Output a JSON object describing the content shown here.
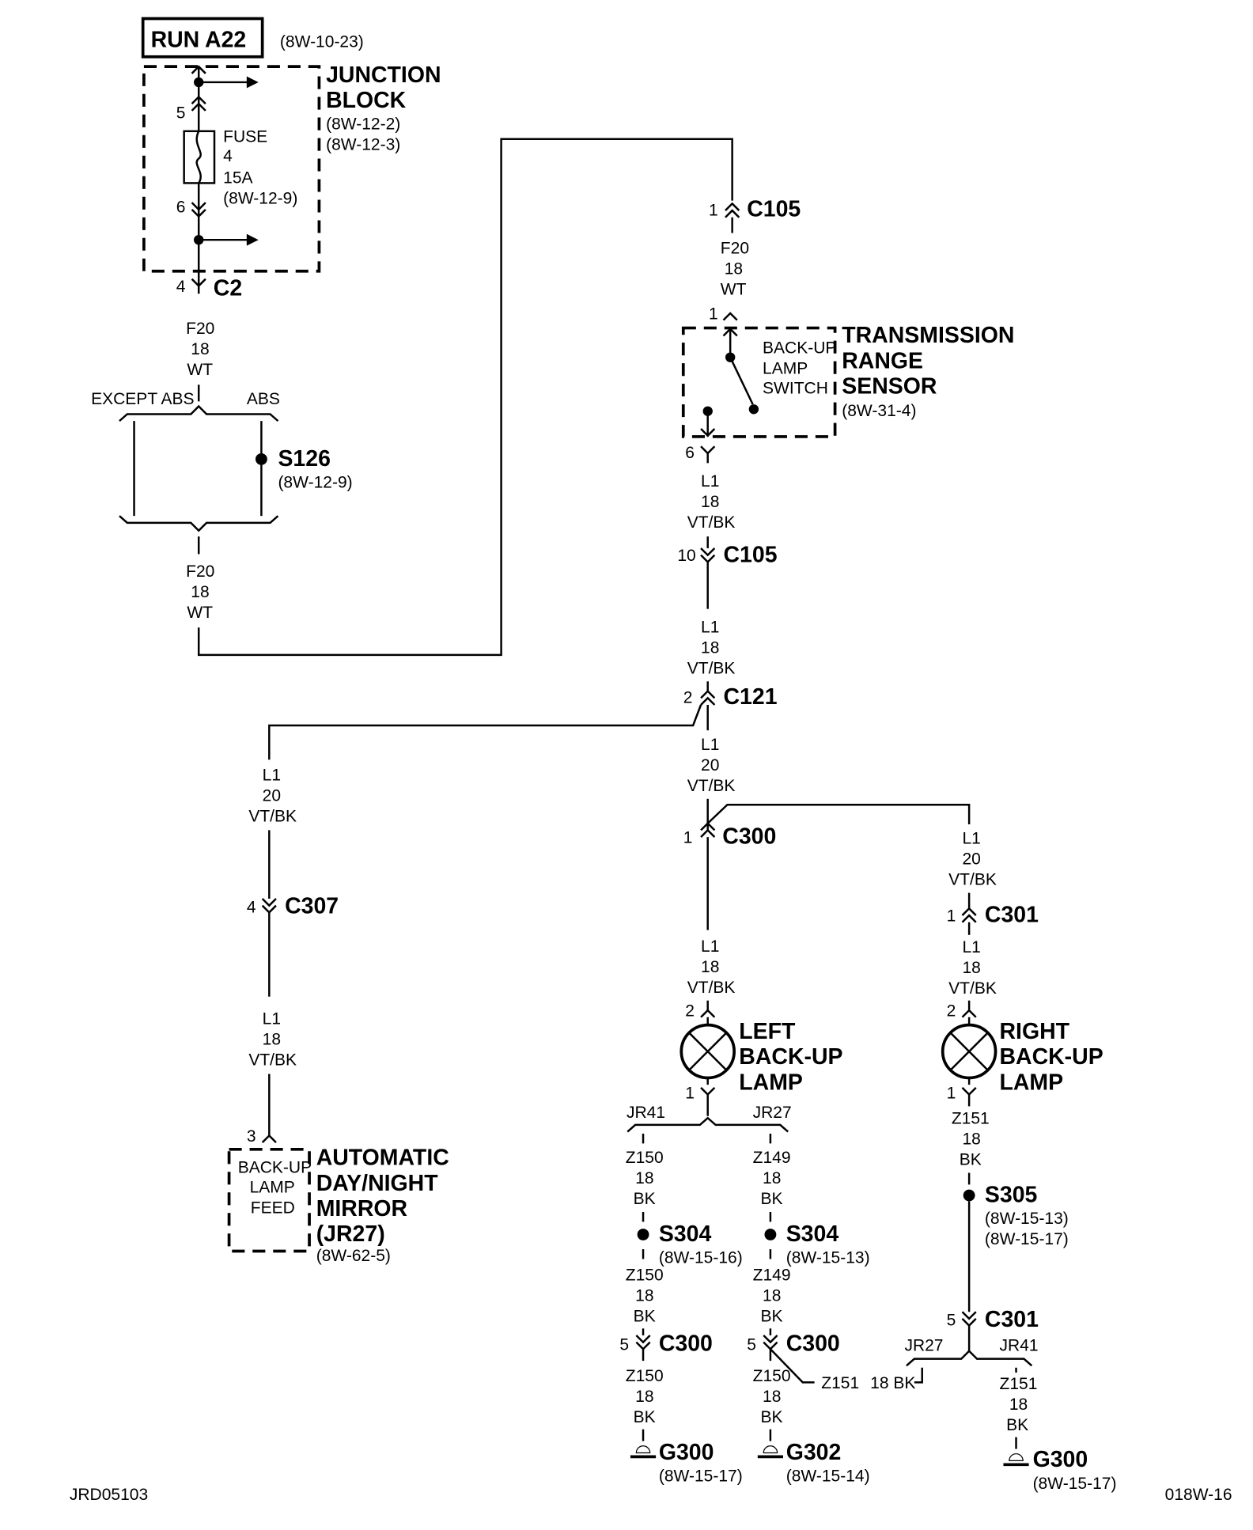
{
  "labels": {
    "run": "RUN A22",
    "run_ref": "(8W-10-23)",
    "jb_1": "JUNCTION",
    "jb_2": "BLOCK",
    "jb_ref1": "(8W-12-2)",
    "jb_ref2": "(8W-12-3)",
    "fuse_1": "FUSE",
    "fuse_2": "4",
    "fuse_3": "15A",
    "fuse_ref": "(8W-12-9)",
    "pin5": "5",
    "pin6": "6",
    "c2_pin": "4",
    "c2": "C2",
    "w1_a": "F20",
    "w1_b": "18",
    "w1_c": "WT",
    "except_abs": "EXCEPT ABS",
    "abs": "ABS",
    "s126": "S126",
    "s126_ref": "(8W-12-9)",
    "w2_a": "F20",
    "w2_b": "18",
    "w2_c": "WT",
    "c105a_pin": "1",
    "c105a": "C105",
    "w3_a": "F20",
    "w3_b": "18",
    "w3_c": "WT",
    "trs_pin_in": "1",
    "bul_1": "BACK-UP",
    "bul_2": "LAMP",
    "bul_3": "SWITCH",
    "trs_1": "TRANSMISSION",
    "trs_2": "RANGE",
    "trs_3": "SENSOR",
    "trs_ref": "(8W-31-4)",
    "trs_pin_out": "6",
    "w4_a": "L1",
    "w4_b": "18",
    "w4_c": "VT/BK",
    "c105b_pin": "10",
    "c105b": "C105",
    "w5_a": "L1",
    "w5_b": "18",
    "w5_c": "VT/BK",
    "c121_pin": "2",
    "c121": "C121",
    "w6_a": "L1",
    "w6_b": "20",
    "w6_c": "VT/BK",
    "w7_a": "L1",
    "w7_b": "20",
    "w7_c": "VT/BK",
    "c307_pin": "4",
    "c307": "C307",
    "w8_a": "L1",
    "w8_b": "18",
    "w8_c": "VT/BK",
    "mir_pin": "3",
    "feed_1": "BACK-UP",
    "feed_2": "LAMP",
    "feed_3": "FEED",
    "mir_1": "AUTOMATIC",
    "mir_2": "DAY/NIGHT",
    "mir_3": "MIRROR",
    "mir_4": "(JR27)",
    "mir_ref": "(8W-62-5)",
    "c300a_pin": "1",
    "c300a": "C300",
    "w9_a": "L1",
    "w9_b": "20",
    "w9_c": "VT/BK",
    "c301a_pin": "1",
    "c301a": "C301",
    "w10_a": "L1",
    "w10_b": "18",
    "w10_c": "VT/BK",
    "w11_a": "L1",
    "w11_b": "18",
    "w11_c": "VT/BK",
    "ll_pin2": "2",
    "ll_1": "LEFT",
    "ll_2": "BACK-UP",
    "ll_3": "LAMP",
    "ll_pin1": "1",
    "rl_pin2": "2",
    "rl_1": "RIGHT",
    "rl_2": "BACK-UP",
    "rl_3": "LAMP",
    "rl_pin1": "1",
    "jr41a": "JR41",
    "jr27a": "JR27",
    "w12_a": "Z150",
    "w12_b": "18",
    "w12_c": "BK",
    "w13_a": "Z149",
    "w13_b": "18",
    "w13_c": "BK",
    "s304a": "S304",
    "s304a_ref": "(8W-15-16)",
    "s304b": "S304",
    "s304b_ref": "(8W-15-13)",
    "w14_a": "Z150",
    "w14_b": "18",
    "w14_c": "BK",
    "w15_a": "Z149",
    "w15_b": "18",
    "w15_c": "BK",
    "c300b_pin": "5",
    "c300b": "C300",
    "c300c_pin": "5",
    "c300c": "C300",
    "z151_tap": "Z151",
    "w16_a": "Z150",
    "w16_b": "18",
    "w16_c": "BK",
    "w17_a": "Z150",
    "w17_b": "18",
    "w17_c": "BK",
    "g300a": "G300",
    "g300a_ref": "(8W-15-17)",
    "g302": "G302",
    "g302_ref": "(8W-15-14)",
    "w18_a": "Z151",
    "w18_b": "18",
    "w18_c": "BK",
    "s305": "S305",
    "s305_ref1": "(8W-15-13)",
    "s305_ref2": "(8W-15-17)",
    "c301b_pin": "5",
    "c301b": "C301",
    "jr27b": "JR27",
    "jr41b": "JR41",
    "bk18": "18 BK",
    "w19_a": "Z151",
    "w19_b": "18",
    "w19_c": "BK",
    "g300b": "G300",
    "g300b_ref": "(8W-15-17)",
    "doc_id": "JRD05103",
    "page_id": "018W-16"
  }
}
